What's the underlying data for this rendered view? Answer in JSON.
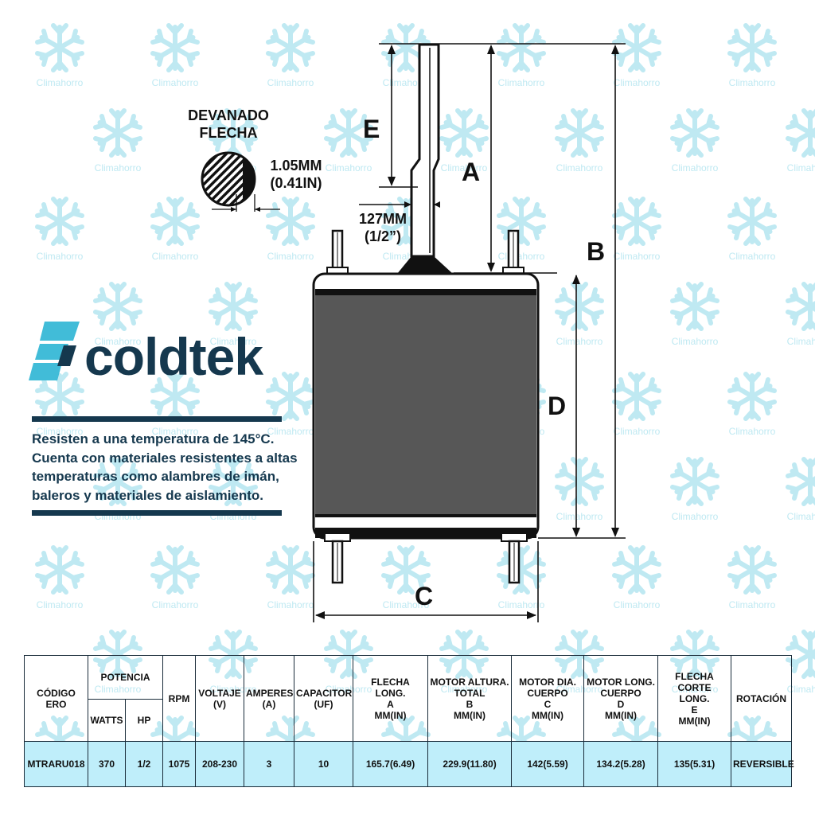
{
  "watermark": {
    "brand": "Climahorro",
    "icon": "snowflake-icon",
    "color": "#bfe9f2"
  },
  "diagram": {
    "shaft_cross_section": {
      "title_line1": "DEVANADO",
      "title_line2": "FLECHA",
      "flat_line1": "1.05MM",
      "flat_line2": "(0.41IN)"
    },
    "shaft_diameter": {
      "line1": "127MM",
      "line2": "(1/2”)"
    },
    "labels": {
      "a": "A",
      "b": "B",
      "c": "C",
      "d": "D",
      "e": "E"
    },
    "colors": {
      "body": "#575757",
      "outline": "#111111"
    }
  },
  "brand": {
    "name": "coldtek",
    "logo_icon": "coldtek-logo-icon",
    "primary_color": "#15384e",
    "accent_color": "#41bcd8"
  },
  "description": [
    "Resisten a una temperatura de 145°C.",
    "Cuenta con materiales resistentes a altas",
    "temperaturas como alambres de imán,",
    "baleros y materiales de aislamiento."
  ],
  "table": {
    "headers": {
      "codigo": "CÓDIGO ERO",
      "potencia": "POTENCIA",
      "watts": "WATTS",
      "hp": "HP",
      "rpm": "RPM",
      "voltaje": [
        "VOLTAJE",
        "(V)"
      ],
      "amperes": [
        "AMPERES",
        "(A)"
      ],
      "capacitor": [
        "CAPACITOR",
        "(UF)"
      ],
      "flecha_long": [
        "FLECHA LONG.",
        "A",
        "MM(IN)"
      ],
      "motor_altura": [
        "MOTOR ALTURA.",
        "TOTAL",
        "B",
        "MM(IN)"
      ],
      "motor_dia": [
        "MOTOR DIA.",
        "CUERPO",
        "C",
        "MM(IN)"
      ],
      "motor_long": [
        "MOTOR LONG.",
        "CUERPO",
        "D",
        "MM(IN)"
      ],
      "flecha_corte": [
        "FLECHA CORTE",
        "LONG.",
        "E",
        "MM(IN)"
      ],
      "rotacion": "ROTACIÓN"
    },
    "row": {
      "codigo": "MTRARU018",
      "watts": "370",
      "hp": "1/2",
      "rpm": "1075",
      "voltaje": "208-230",
      "amperes": "3",
      "capacitor": "10",
      "flecha_long": "165.7(6.49)",
      "motor_altura": "229.9(11.80)",
      "motor_dia": "142(5.59)",
      "motor_long": "134.2(5.28)",
      "flecha_corte": "135(5.31)",
      "rotacion": "REVERSIBLE"
    },
    "row_color": "#bfeefa"
  }
}
